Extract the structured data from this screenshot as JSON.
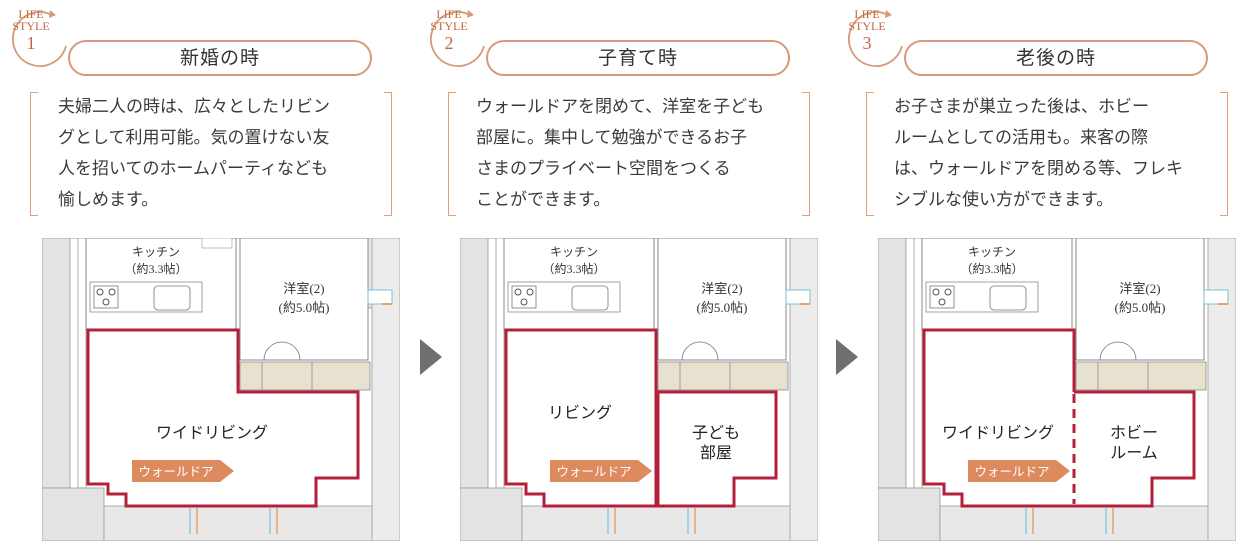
{
  "panels": [
    {
      "badge": {
        "line1": "LIFE",
        "line2": "STYLE",
        "number": "1"
      },
      "title": "新婚の時",
      "description": [
        "夫婦二人の時は、広々としたリビン",
        "グとして利用可能。気の置けない友",
        "人を招いてのホームパーティなども",
        "愉しめます。"
      ],
      "plan": {
        "kitchen_label": "キッチン",
        "kitchen_area": "（約3.3帖）",
        "western_label": "洋室(2)",
        "western_area": "(約5.0帖)",
        "wall_door_tag": "ウォールドア",
        "room_left": "ワイドリビング",
        "room_right_line1": "",
        "room_right_line2": ""
      }
    },
    {
      "badge": {
        "line1": "LIFE",
        "line2": "STYLE",
        "number": "2"
      },
      "title": "子育て時",
      "description": [
        "ウォールドアを閉めて、洋室を子ども",
        "部屋に。集中して勉強ができるお子",
        "さまのプライベート空間をつくる",
        "ことができます。"
      ],
      "plan": {
        "kitchen_label": "キッチン",
        "kitchen_area": "（約3.3帖）",
        "western_label": "洋室(2)",
        "western_area": "(約5.0帖)",
        "wall_door_tag": "ウォールドア",
        "room_left": "リビング",
        "room_right_line1": "子ども",
        "room_right_line2": "部屋"
      }
    },
    {
      "badge": {
        "line1": "LIFE",
        "line2": "STYLE",
        "number": "3"
      },
      "title": "老後の時",
      "description": [
        "お子さまが巣立った後は、ホビー",
        "ルームとしての活用も。来客の際",
        "は、ウォールドアを閉める等、フレキ",
        "シブルな使い方ができます。"
      ],
      "plan": {
        "kitchen_label": "キッチン",
        "kitchen_area": "（約3.3帖）",
        "western_label": "洋室(2)",
        "western_area": "(約5.0帖)",
        "wall_door_tag": "ウォールドア",
        "room_left": "ワイドリビング",
        "room_right_line1": "ホビー",
        "room_right_line2": "ルーム"
      }
    }
  ],
  "colors": {
    "accent_orange": "#c2673d",
    "pill_border": "#d59a7a",
    "room_outline": "#b3203a",
    "tag_fill": "#dd8a5f",
    "arrow": "#6f6f6f"
  }
}
